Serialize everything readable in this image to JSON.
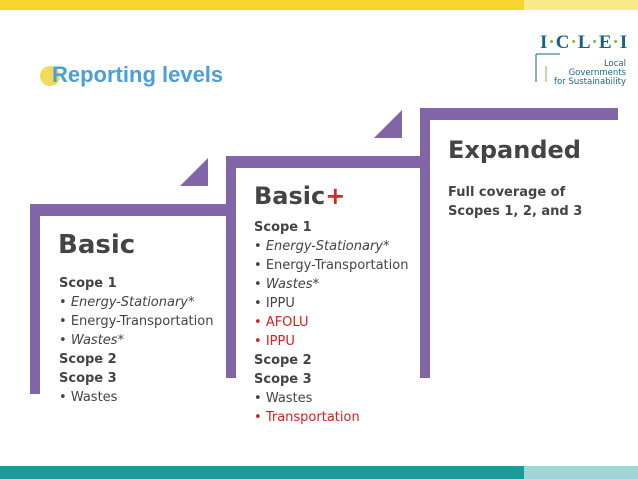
{
  "slide": {
    "title": "Reporting levels",
    "colors": {
      "title": "#4a9fd8",
      "step_purple": "#8066a6",
      "text": "#444444",
      "highlight_red": "#d42020",
      "top_bar": "#f7d430",
      "bottom_bar": "#1a9b99"
    }
  },
  "logo": {
    "letters": [
      "I",
      "C",
      "L",
      "E",
      "I"
    ],
    "separator": "·",
    "subtitle_lines": [
      "Local",
      "Governments",
      "for Sustainability"
    ]
  },
  "levels": [
    {
      "name": "Basic",
      "items": [
        {
          "text": "Scope 1",
          "style": "bold",
          "bullet": false
        },
        {
          "text": "Energy-Stationary*",
          "style": "italic",
          "bullet": true
        },
        {
          "text": "Energy-Transportation",
          "style": "normal",
          "bullet": true
        },
        {
          "text": "Wastes*",
          "style": "italic",
          "bullet": true
        },
        {
          "text": "Scope 2",
          "style": "bold",
          "bullet": false
        },
        {
          "text": "Scope 3",
          "style": "bold",
          "bullet": false
        },
        {
          "text": "Wastes",
          "style": "normal",
          "bullet": true
        }
      ]
    },
    {
      "name": "Basic",
      "name_suffix": "+",
      "items": [
        {
          "text": "Scope 1",
          "style": "bold",
          "bullet": false
        },
        {
          "text": "Energy-Stationary*",
          "style": "italic",
          "bullet": true
        },
        {
          "text": "Energy-Transportation",
          "style": "normal",
          "bullet": true
        },
        {
          "text": "Wastes*",
          "style": "italic",
          "bullet": true
        },
        {
          "text": "IPPU",
          "style": "normal",
          "bullet": true
        },
        {
          "text": "AFOLU",
          "style": "red",
          "bullet": true
        },
        {
          "text": "IPPU",
          "style": "red",
          "bullet": true
        },
        {
          "text": "Scope 2",
          "style": "bold",
          "bullet": false
        },
        {
          "text": "Scope 3",
          "style": "bold",
          "bullet": false
        },
        {
          "text": "Wastes",
          "style": "normal",
          "bullet": true
        },
        {
          "text": "Transportation",
          "style": "red",
          "bullet": true
        }
      ]
    },
    {
      "name": "Expanded",
      "description_lines": [
        "Full coverage of",
        "Scopes 1, 2, and 3"
      ]
    }
  ]
}
